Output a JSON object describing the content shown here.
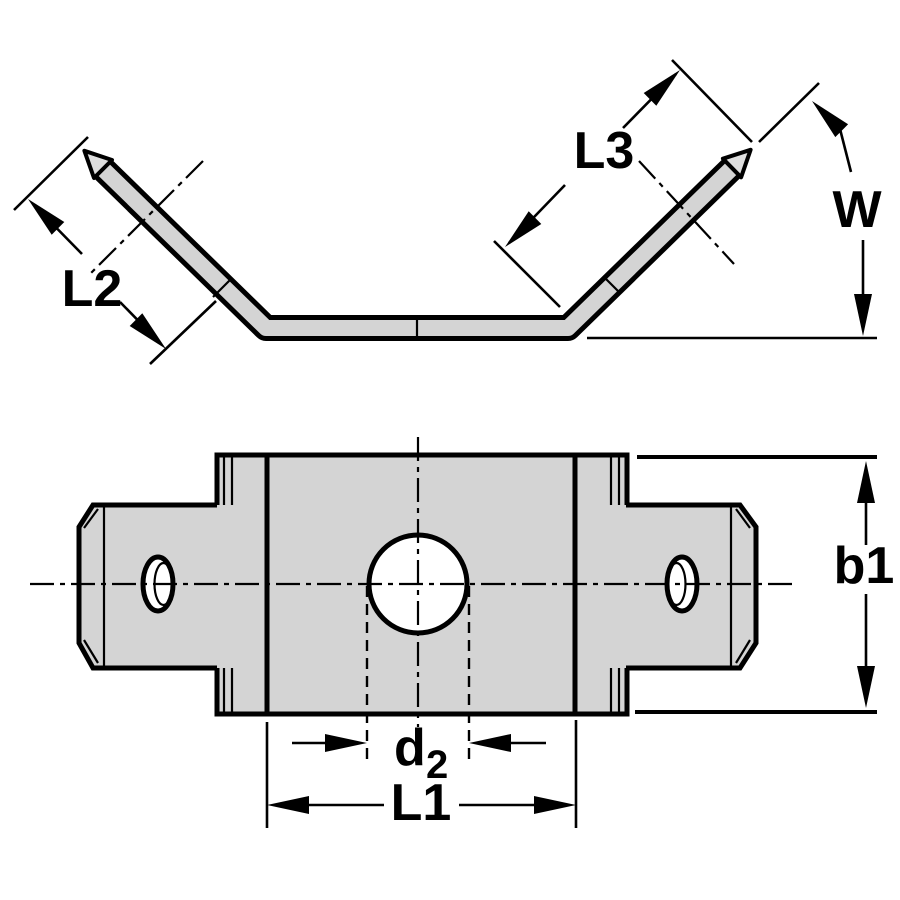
{
  "views": {
    "profile": {
      "labels": {
        "l2": "L2",
        "l3": "L3",
        "w": "W"
      }
    },
    "plan": {
      "labels": {
        "b1": "b1",
        "d2_base": "d",
        "d2_sub": "2",
        "l1": "L1"
      }
    }
  },
  "dimension_labels": [
    "L2",
    "L3",
    "W",
    "b1",
    "d2",
    "L1"
  ],
  "colors": {
    "part_fill": "#d4d4d4",
    "nose_fill": "#dedede",
    "outline": "#000000",
    "hole_fill": "#ffffff",
    "background": "#ffffff"
  }
}
